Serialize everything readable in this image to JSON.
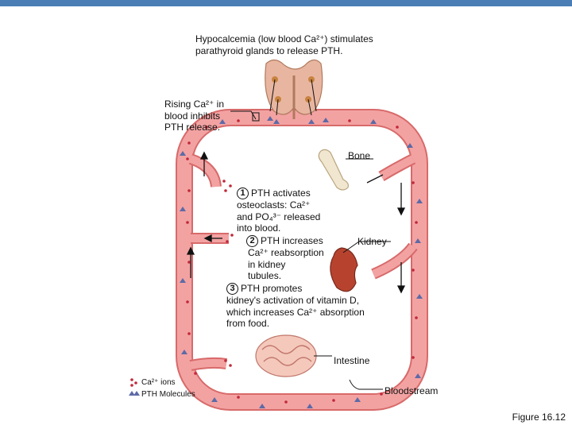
{
  "header": {
    "hypocalcemia_line1": "Hypocalcemia (low blood Ca²⁺) stimulates",
    "hypocalcemia_line2": "parathyroid glands to release PTH."
  },
  "feedback": {
    "line1": "Rising Ca²⁺ in",
    "line2": "blood inhibits",
    "line3": "PTH release."
  },
  "organs": {
    "bone": "Bone",
    "kidney": "Kidney",
    "intestine": "Intestine",
    "bloodstream": "Bloodstream"
  },
  "steps": [
    {
      "number": "1",
      "lines": [
        "PTH activates",
        "osteoclasts: Ca²⁺",
        "and PO₄³⁻ released",
        "into blood."
      ]
    },
    {
      "number": "2",
      "lines": [
        "PTH increases",
        "Ca²⁺ reabsorption",
        "in kidney",
        "tubules."
      ]
    },
    {
      "number": "3",
      "lines": [
        "PTH promotes",
        "kidney's activation of vitamin D,",
        "which increases Ca²⁺ absorption",
        "from food."
      ]
    }
  ],
  "legend": {
    "ca_ions": "Ca²⁺ ions",
    "pth_molecules": "PTH Molecules"
  },
  "figure_label": "Figure 16.12",
  "colors": {
    "vessel": "#f3a2a2",
    "vessel_edge": "#d86a6a",
    "ca_dot": "#c0283a",
    "pth_triangle": "#5d6aa6",
    "topbar": "#4a7eb5"
  }
}
